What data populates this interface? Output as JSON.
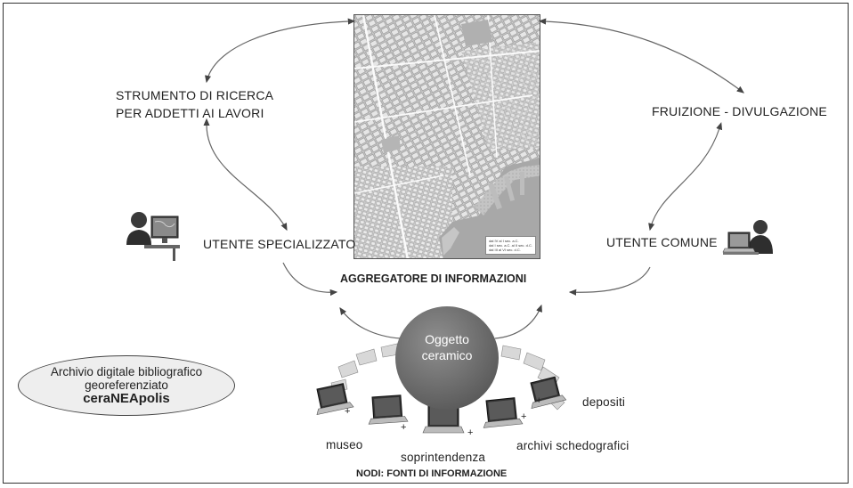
{
  "diagram": {
    "map_legend": [
      "dal IV al I sec. a.C.",
      "dal I sec. a.C. al II sec. d.C.",
      "dal III al VI sec. d.C."
    ],
    "labels": {
      "strumento_line1": "STRUMENTO DI RICERCA",
      "strumento_line2": "PER ADDETTI AI LAVORI",
      "fruizione": "FRUIZIONE  - DIVULGAZIONE",
      "utente_specializzato": "UTENTE  SPECIALIZZATO",
      "utente_comune": "UTENTE  COMUNE",
      "aggregatore": "AGGREGATORE DI INFORMAZIONI",
      "oggetto_line1": "Oggetto",
      "oggetto_line2": "ceramico",
      "archivio_line1": "Archivio digitale bibliografico",
      "archivio_line2": "georeferenziato",
      "archivio_brand": "ceraNEApolis",
      "depositi": "depositi",
      "museo": "museo",
      "soprintendenza": "soprintendenza",
      "archivi_schedografici": "archivi schedografici",
      "nodi": "NODI: FONTI DI INFORMAZIONE"
    },
    "plus_signs": [
      "+",
      "+",
      "+",
      "+",
      "+"
    ]
  }
}
